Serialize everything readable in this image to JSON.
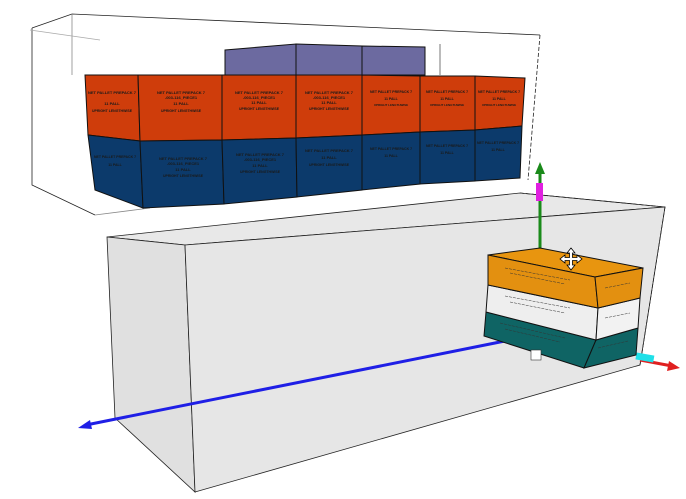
{
  "viewer": {
    "title": "3D load plan viewer",
    "colors": {
      "layer_bottom": "#0c3a6b",
      "layer_middle": "#cf3d0b",
      "layer_top": "#6c6aa0",
      "selected_top": "#e39010",
      "selected_middle": "#eeeeee",
      "selected_bottom": "#0f6464",
      "axis_x": "#1f1fe6",
      "axis_y": "#1a8a1a",
      "axis_z": "#e02020"
    }
  },
  "pallet_label": {
    "name": "NET PALLET PREPACK 7",
    "code": "-003-116_PIECE1",
    "qty": "11 PALL",
    "orientation": "UPRIGHT LENGTHWISE"
  },
  "cursor": "move-cursor"
}
